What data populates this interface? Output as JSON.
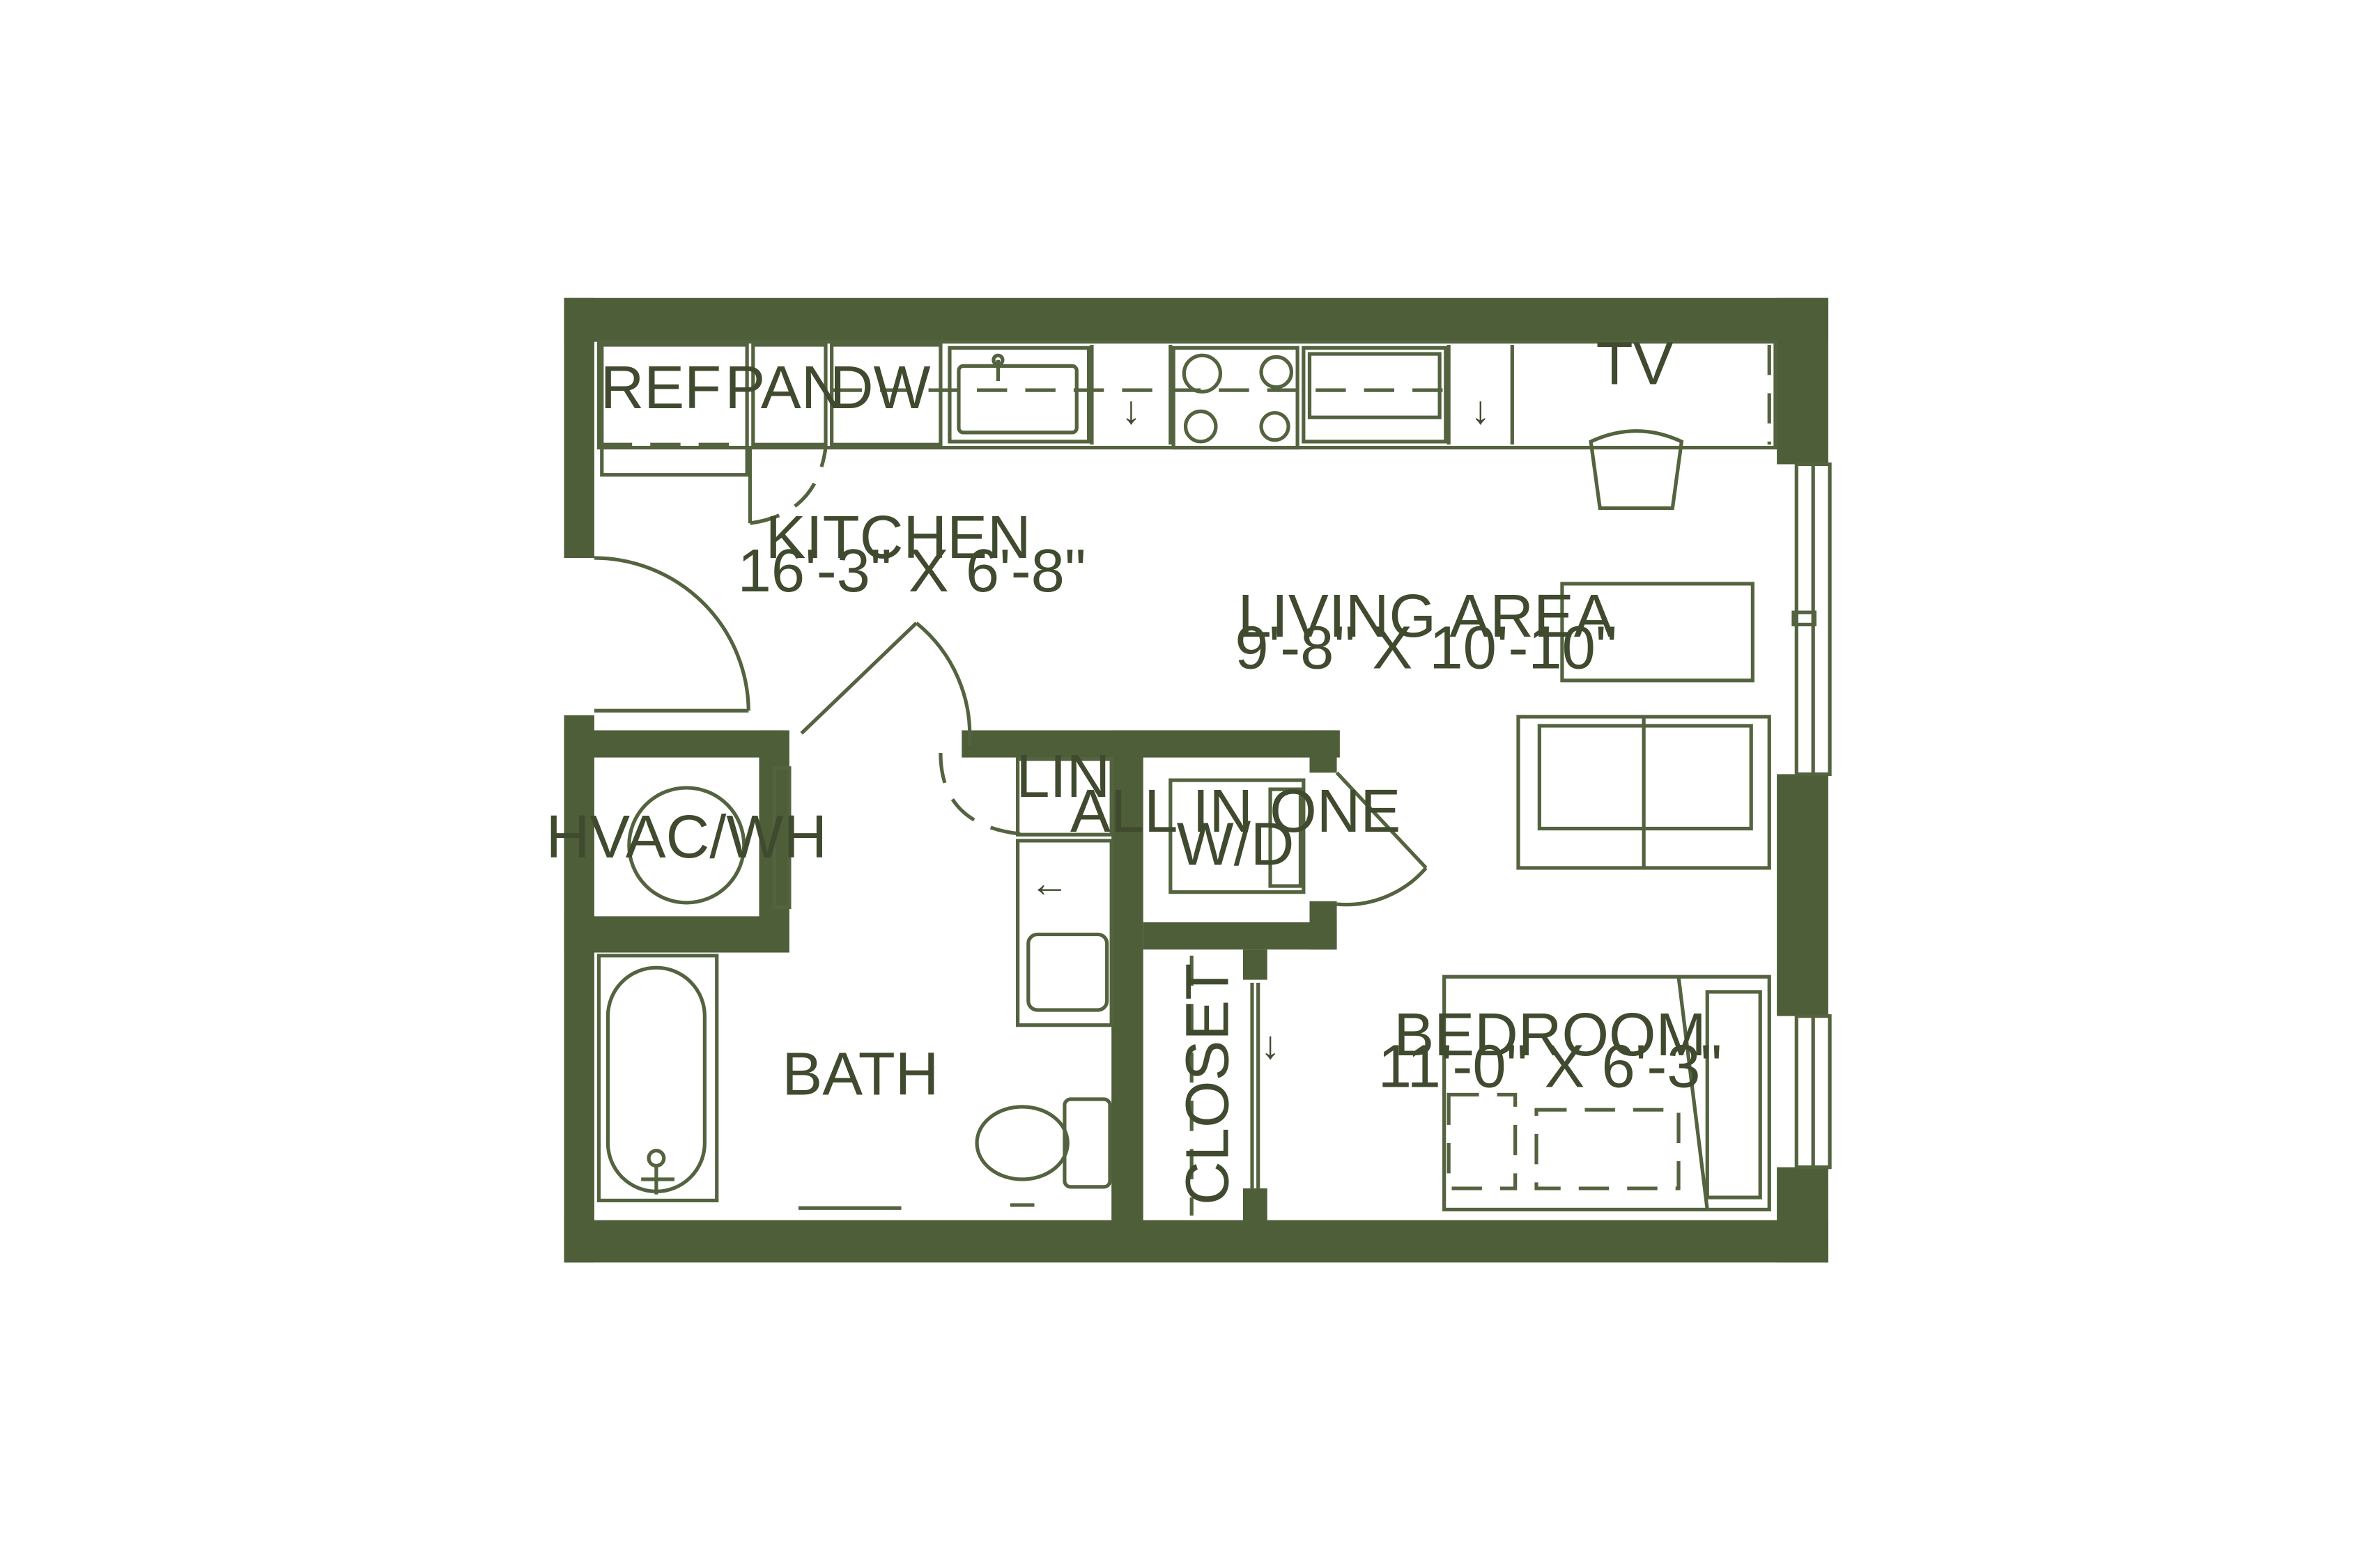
{
  "colors": {
    "wall": "#4d5e38",
    "line": "#54633f",
    "text": "#3f4a2e",
    "background": "#ffffff"
  },
  "rooms": {
    "kitchen": {
      "name": "KITCHEN",
      "dims": "16'-3\" X 6'-8\""
    },
    "living": {
      "name": "LIVING AREA",
      "dims": "9'-8\" X 10'-10\""
    },
    "bedroom": {
      "name": "BEDROOM",
      "dims": "11'-0\" X 6'-3\""
    },
    "bath": {
      "name": "BATH"
    },
    "closet": {
      "name": "CLOSET"
    },
    "hvac": {
      "name": "HVAC/WH"
    },
    "laundry": {
      "line1": "ALL IN ONE",
      "line2": "W/D"
    },
    "linen": {
      "name": "LIN"
    }
  },
  "fixtures": {
    "ref": "REF",
    "pan": "PAN",
    "dw": "DW",
    "tv": "TV"
  }
}
